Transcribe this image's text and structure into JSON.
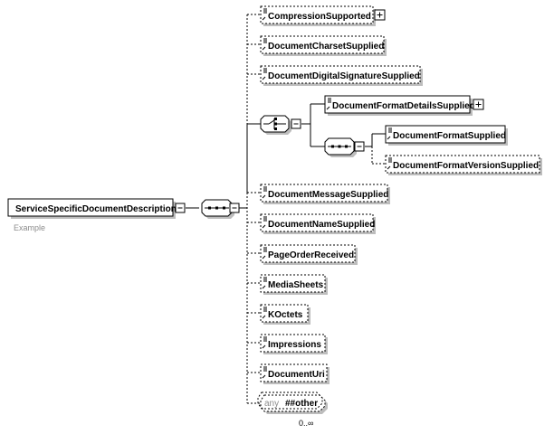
{
  "root": {
    "label": "ServiceSpecificDocumentDescription",
    "annotation": "Example"
  },
  "elements": {
    "compression_supported": "CompressionSupported",
    "document_charset_supplied": "DocumentCharsetSupplied",
    "document_digital_signature_supplied": "DocumentDigitalSignatureSupplied",
    "document_format_details_supplied": "DocumentFormatDetailsSupplied",
    "document_format_supplied": "DocumentFormatSupplied",
    "document_format_version_supplied": "DocumentFormatVersionSupplied",
    "document_message_supplied": "DocumentMessageSupplied",
    "document_name_supplied": "DocumentNameSupplied",
    "page_order_received": "PageOrderReceived",
    "media_sheets": "MediaSheets",
    "k_octets": "KOctets",
    "impressions": "Impressions",
    "document_uri": "DocumentUri"
  },
  "wildcard": {
    "prefix": "any",
    "namespace": "##other",
    "occurrence": "0..∞"
  },
  "icons": {
    "expand": "plus-box-icon",
    "collapse": "minus-box-icon",
    "sequence": "sequence-compositor-icon",
    "choice": "choice-compositor-icon",
    "element_leaf": "element-leaf-icon"
  },
  "colors": {
    "stroke": "#000000",
    "shadow": "#bdbdbd",
    "annotation": "#8c8c8c"
  }
}
